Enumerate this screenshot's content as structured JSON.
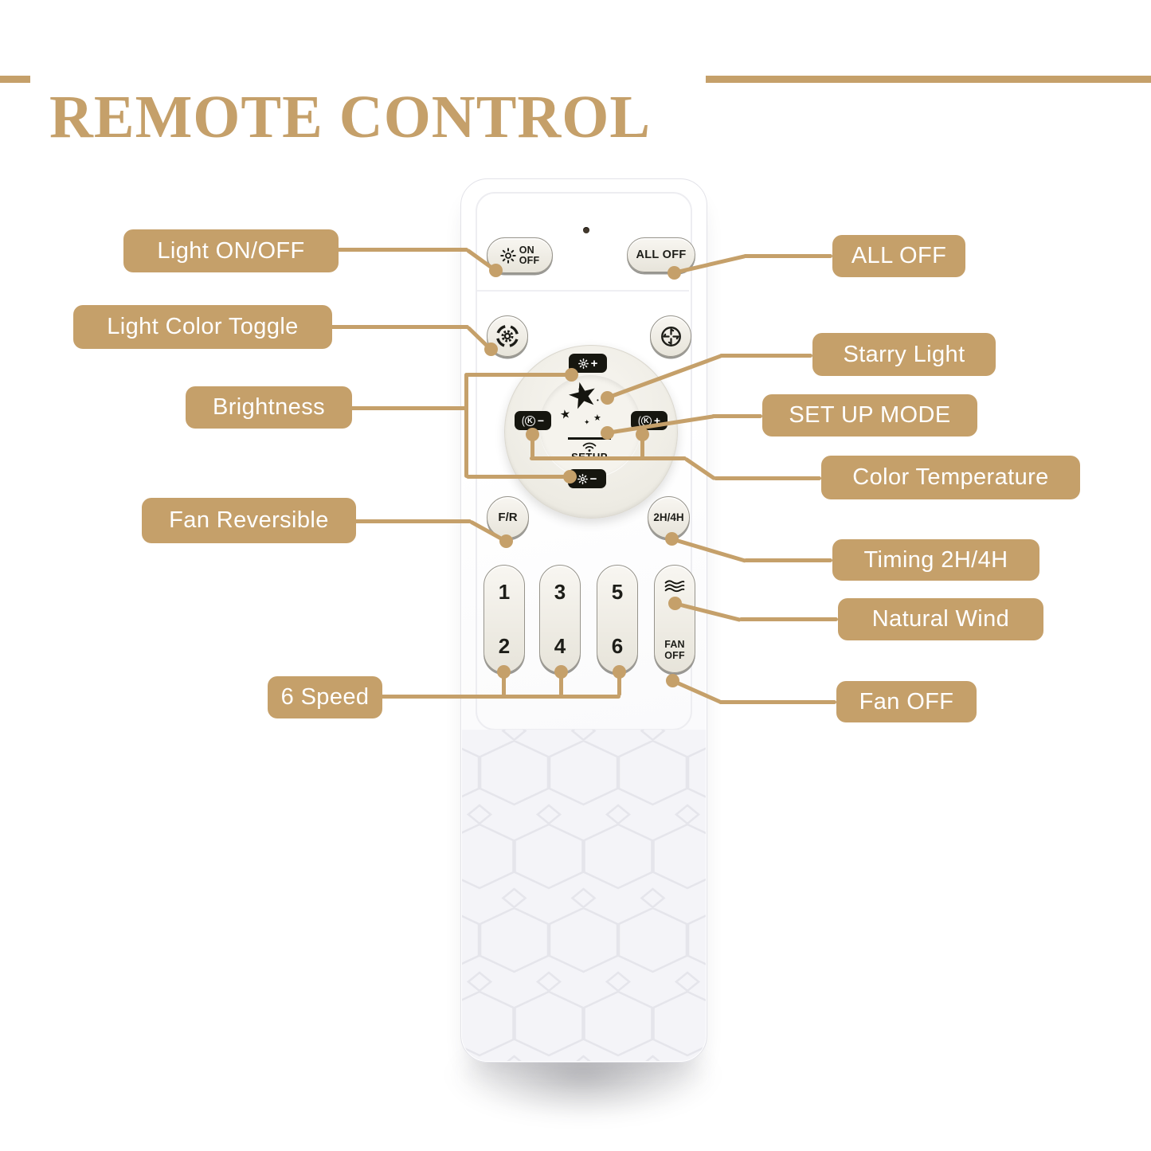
{
  "title": "REMOTE CONTROL",
  "accent_color": "#C5A06A",
  "labels": {
    "light_on_off": "Light ON/OFF",
    "light_color_toggle": "Light Color Toggle",
    "brightness": "Brightness",
    "fan_reversible": "Fan Reversible",
    "six_speed": "6 Speed",
    "all_off": "ALL OFF",
    "starry_light": "Starry Light",
    "set_up_mode": "SET UP MODE",
    "color_temperature": "Color Temperature",
    "timing_2h_4h": "Timing 2H/4H",
    "natural_wind": "Natural Wind",
    "fan_off": "Fan OFF"
  },
  "remote": {
    "power_button": {
      "line1": "ON",
      "line2": "OFF"
    },
    "all_off_button": "ALL OFF",
    "brightness_up_sign": "+",
    "brightness_down_sign": "−",
    "color_temp_down": {
      "letter": "K",
      "sign": "−"
    },
    "color_temp_up": {
      "letter": "K",
      "sign": "+"
    },
    "setup_label": "SETUP",
    "fan_reverse_button": "F/R",
    "timer_button": "2H/4H",
    "speeds": [
      "1",
      "2",
      "3",
      "4",
      "5",
      "6"
    ],
    "fan_off_button": {
      "line1": "FAN",
      "line2": "OFF"
    }
  },
  "icons": {
    "star_glyph": "★",
    "star_small_glyph": "★",
    "star_tiny_glyph": "✦",
    "dot_glyph": "•",
    "power": "sun-icon",
    "light_color_toggle": "gear-rotate-icon",
    "fan_on": "fan-cross-icon",
    "brightness_up": "sun-plus-icon",
    "brightness_down": "sun-minus-icon",
    "setup": "wifi-icon",
    "natural_wind": "wind-waves-icon",
    "led": "led-indicator"
  }
}
